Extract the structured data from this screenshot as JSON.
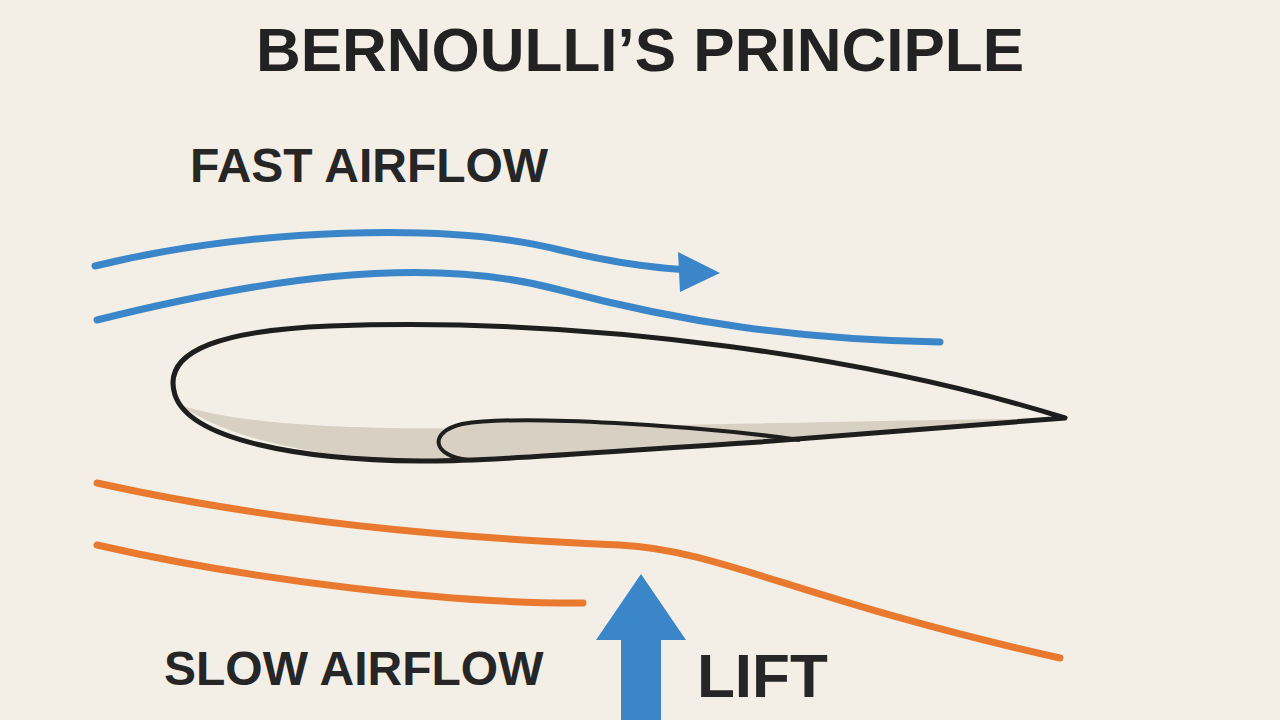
{
  "diagram": {
    "title": "BERNOULLI’S PRINCIPLE",
    "labels": [
      "FAST AIRFLOW",
      "SLOW AIRFLOW",
      "LIFT"
    ]
  }
}
